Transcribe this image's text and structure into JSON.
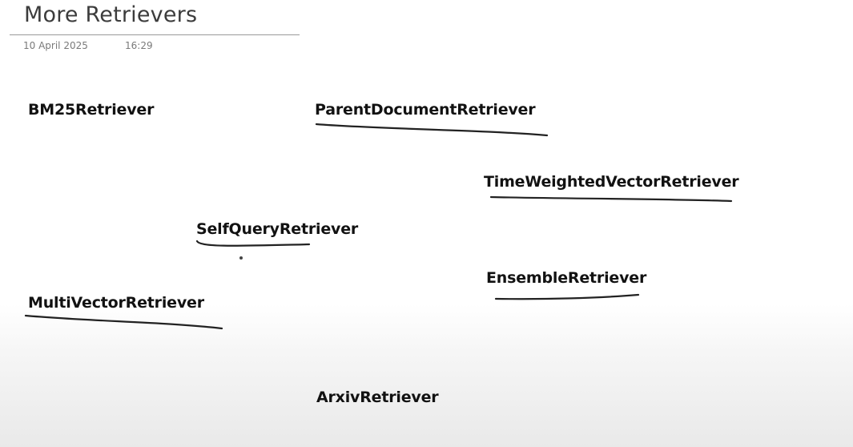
{
  "page": {
    "title": "More Retrievers",
    "date": "10 April 2025",
    "time": "16:29"
  },
  "notes": {
    "bm25": "BM25Retriever",
    "parent_document": "ParentDocumentRetriever",
    "time_weighted": "TimeWeightedVectorRetriever",
    "self_query": "SelfQueryRetriever",
    "ensemble": "EnsembleRetriever",
    "multi_vector": "MultiVectorRetriever",
    "arxiv": "ArxivRetriever"
  },
  "underlined": [
    "ParentDocumentRetriever",
    "TimeWeightedVectorRetriever",
    "SelfQueryRetriever",
    "EnsembleRetriever",
    "MultiVectorRetriever"
  ],
  "colors": {
    "text": "#121212",
    "ink": "#222222",
    "title": "#3c3c3c",
    "meta": "#7a7a7a"
  }
}
